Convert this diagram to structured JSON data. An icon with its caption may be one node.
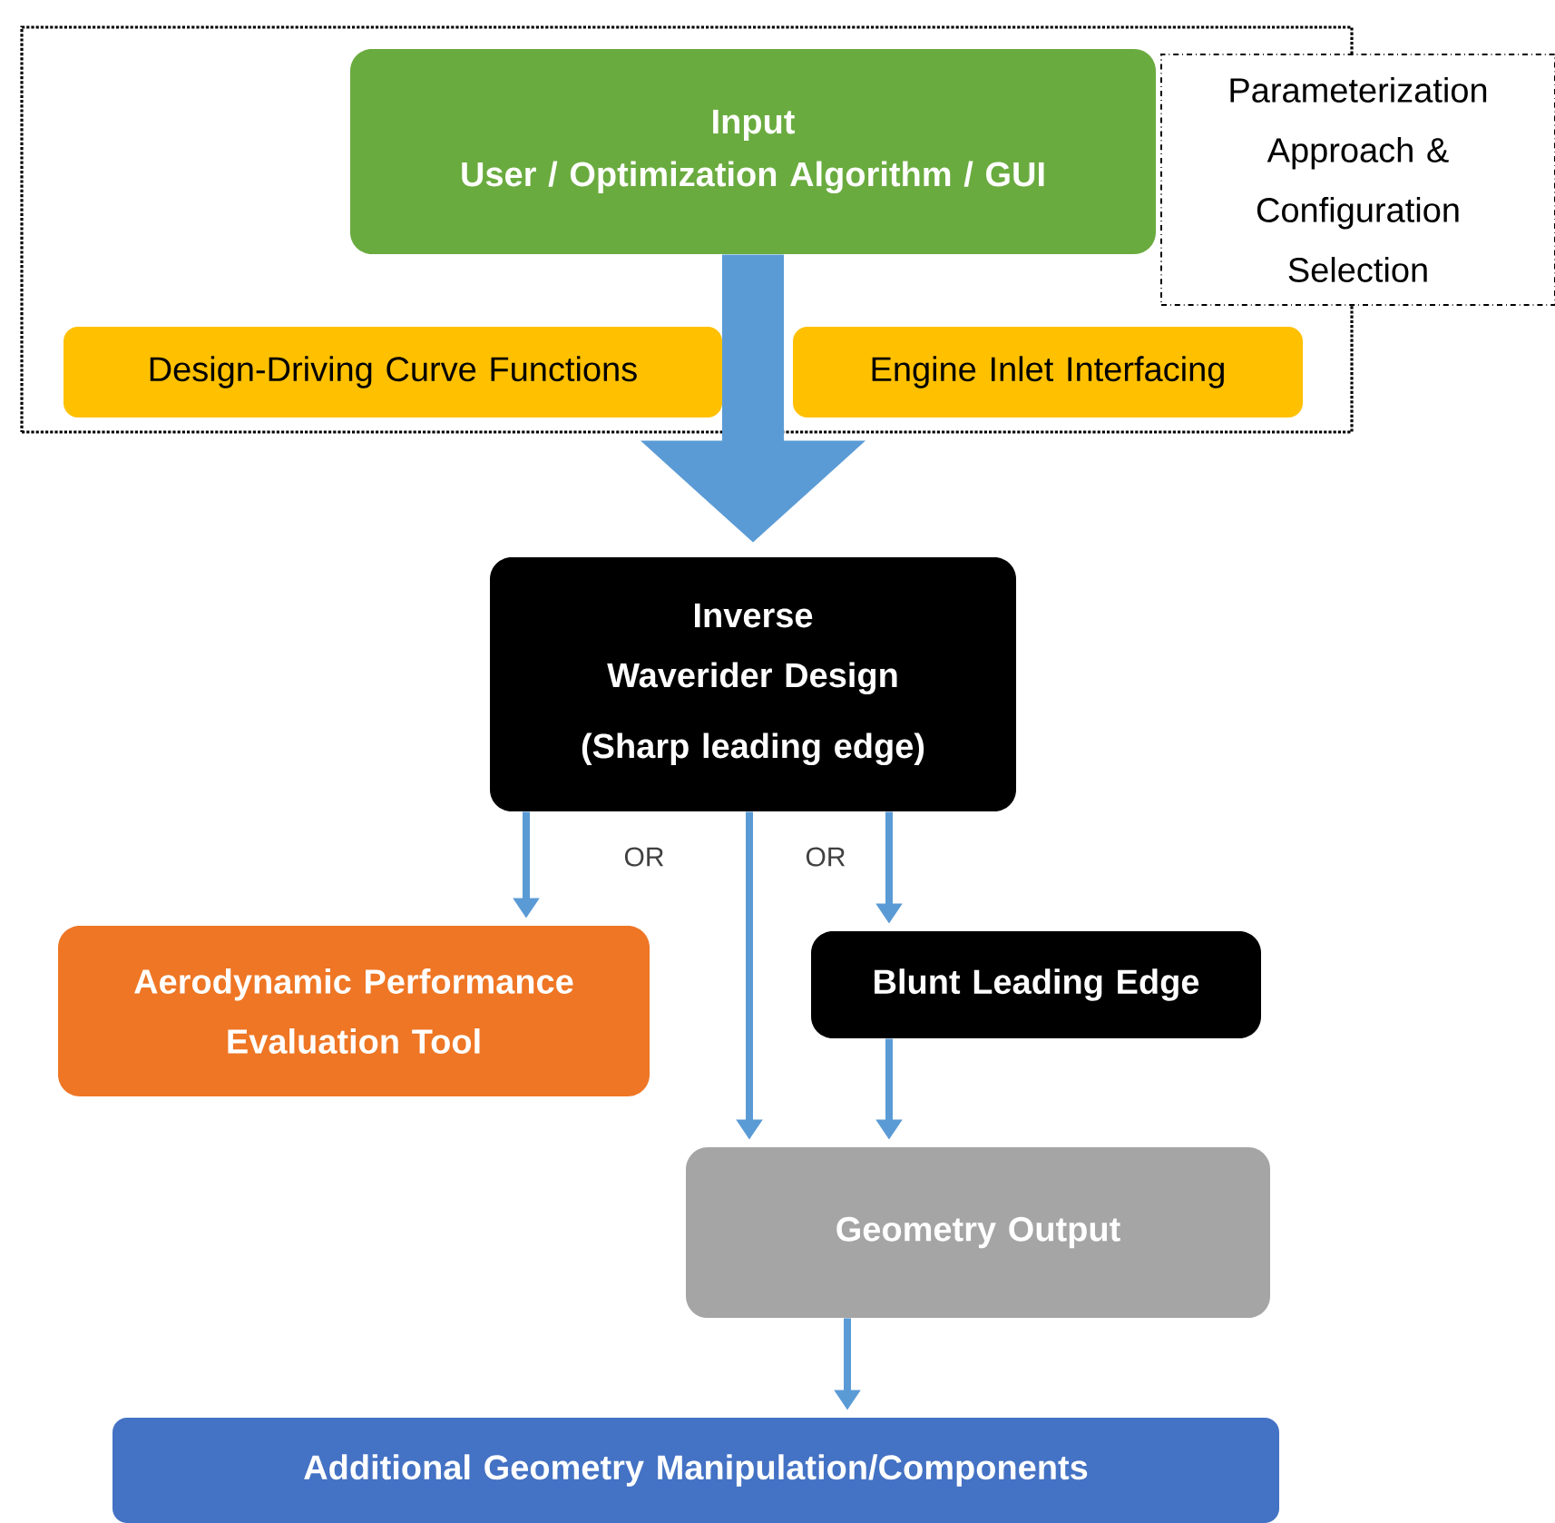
{
  "diagram": {
    "nodes": [
      {
        "text": [],
        "shape": "box"
      },
      {
        "text": [
          "Input",
          "User / Optimization Algorithm / GUI"
        ],
        "in": 0
      },
      {
        "text": [
          "Parameterization Approach & Configuration Selection"
        ]
      },
      {
        "text": [
          "Design-Driving Curve Functions"
        ],
        "in": 0
      },
      {
        "text": [
          "Engine Inlet Interfacing"
        ],
        "in": 0
      },
      {
        "text": [
          "Inverse Waverider Design",
          "(Sharp leading edge)"
        ]
      },
      {
        "text": [
          "Aerodynamic Performance Evaluation Tool"
        ]
      },
      {
        "text": [
          "Blunt Leading Edge"
        ]
      },
      {
        "text": [
          "Geometry Output"
        ]
      },
      {
        "text": [
          "Additional Geometry Manipulation/Components"
        ]
      }
    ],
    "edges": [
      {
        "from": 1,
        "to": 5,
        "arrow": "to",
        "style": "thick"
      },
      {
        "from": 5,
        "to": 6,
        "arrow": "to"
      },
      {
        "from": 5,
        "to": 8,
        "arrow": "to"
      },
      {
        "from": 5,
        "to": 7,
        "arrow": "to"
      },
      {
        "from": 7,
        "to": 8,
        "arrow": "to"
      },
      {
        "from": 8,
        "to": 9,
        "arrow": "to"
      }
    ],
    "labels": [
      "OR",
      "OR"
    ]
  }
}
